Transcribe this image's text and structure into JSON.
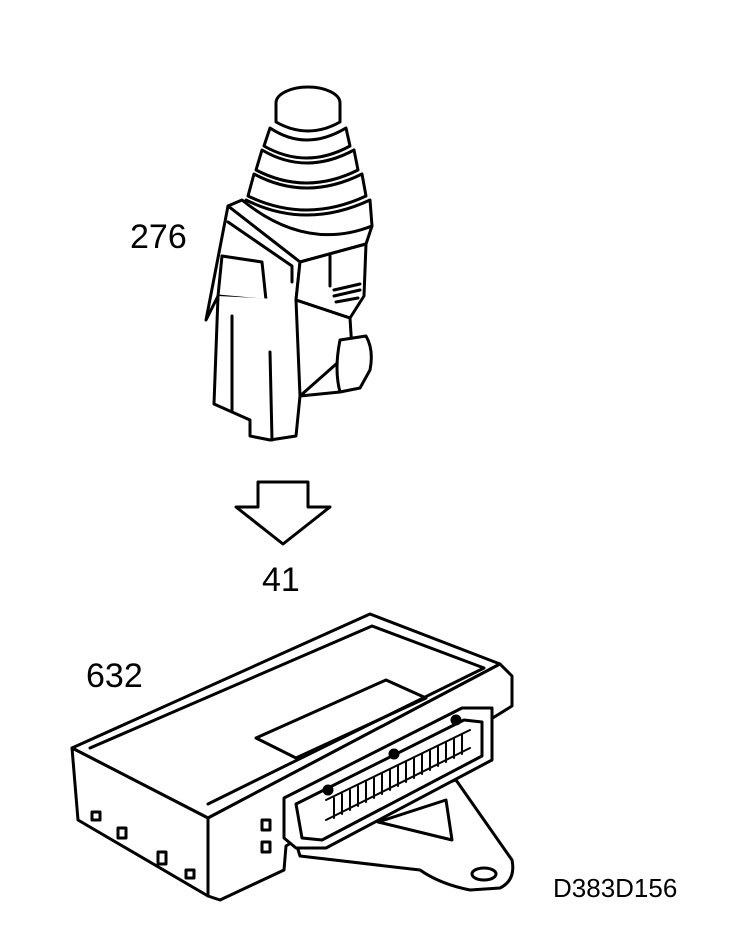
{
  "labels": {
    "connector_part_number": "276",
    "step_reference": "41",
    "control_module_part_number": "632",
    "drawing_id": "D383D156"
  },
  "icons": {
    "connector": "electrical-connector-with-rubber-boot-icon",
    "arrow": "down-arrow-icon",
    "module": "electronic-control-module-with-bracket-icon"
  },
  "colors": {
    "line": "#000000",
    "background": "#ffffff"
  }
}
